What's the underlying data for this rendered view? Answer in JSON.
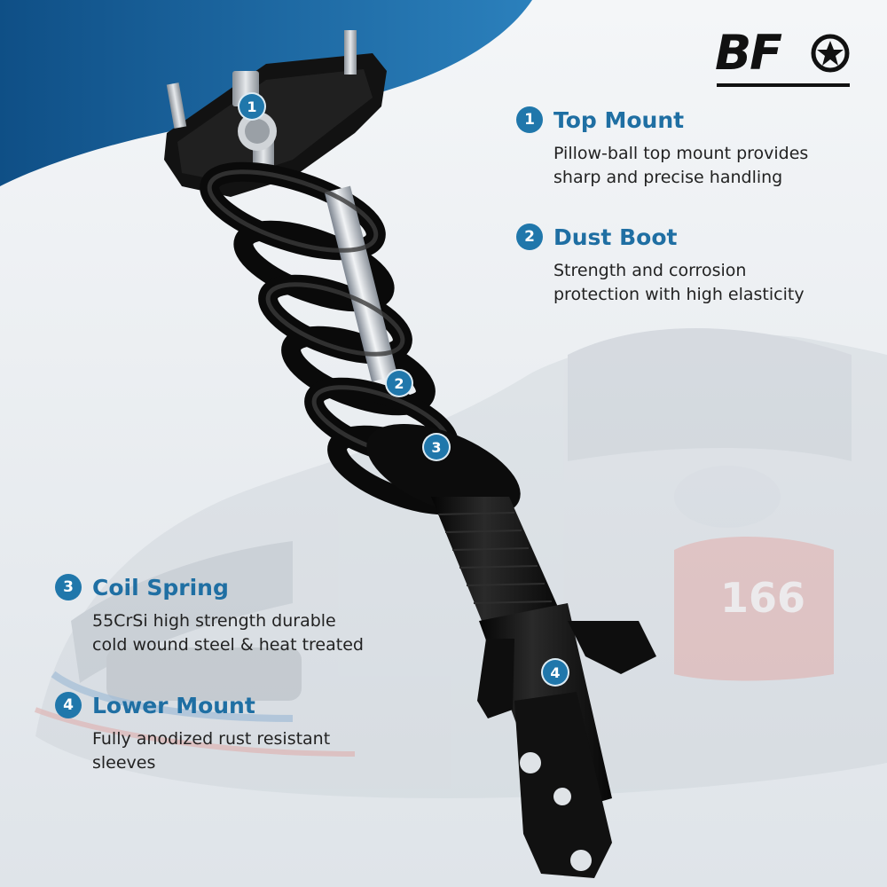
{
  "brand": {
    "name": "BF"
  },
  "features": [
    {
      "number": "1",
      "title": "Top Mount",
      "description": "Pillow-ball top mount provides\nsharp and precise handling"
    },
    {
      "number": "2",
      "title": "Dust Boot",
      "description": "Strength and corrosion\nprotection with high elasticity"
    },
    {
      "number": "3",
      "title": "Coil Spring",
      "description": "55CrSi high strength durable\ncold wound steel & heat treated"
    },
    {
      "number": "4",
      "title": "Lower Mount",
      "description": "Fully anodized rust resistant\nsleeves"
    }
  ],
  "callouts": [
    "1",
    "2",
    "3",
    "4"
  ],
  "colors": {
    "accent": "#2077ab",
    "title": "#1f6fa3",
    "header_wave": "#1d5d90",
    "strut": "#141414"
  }
}
